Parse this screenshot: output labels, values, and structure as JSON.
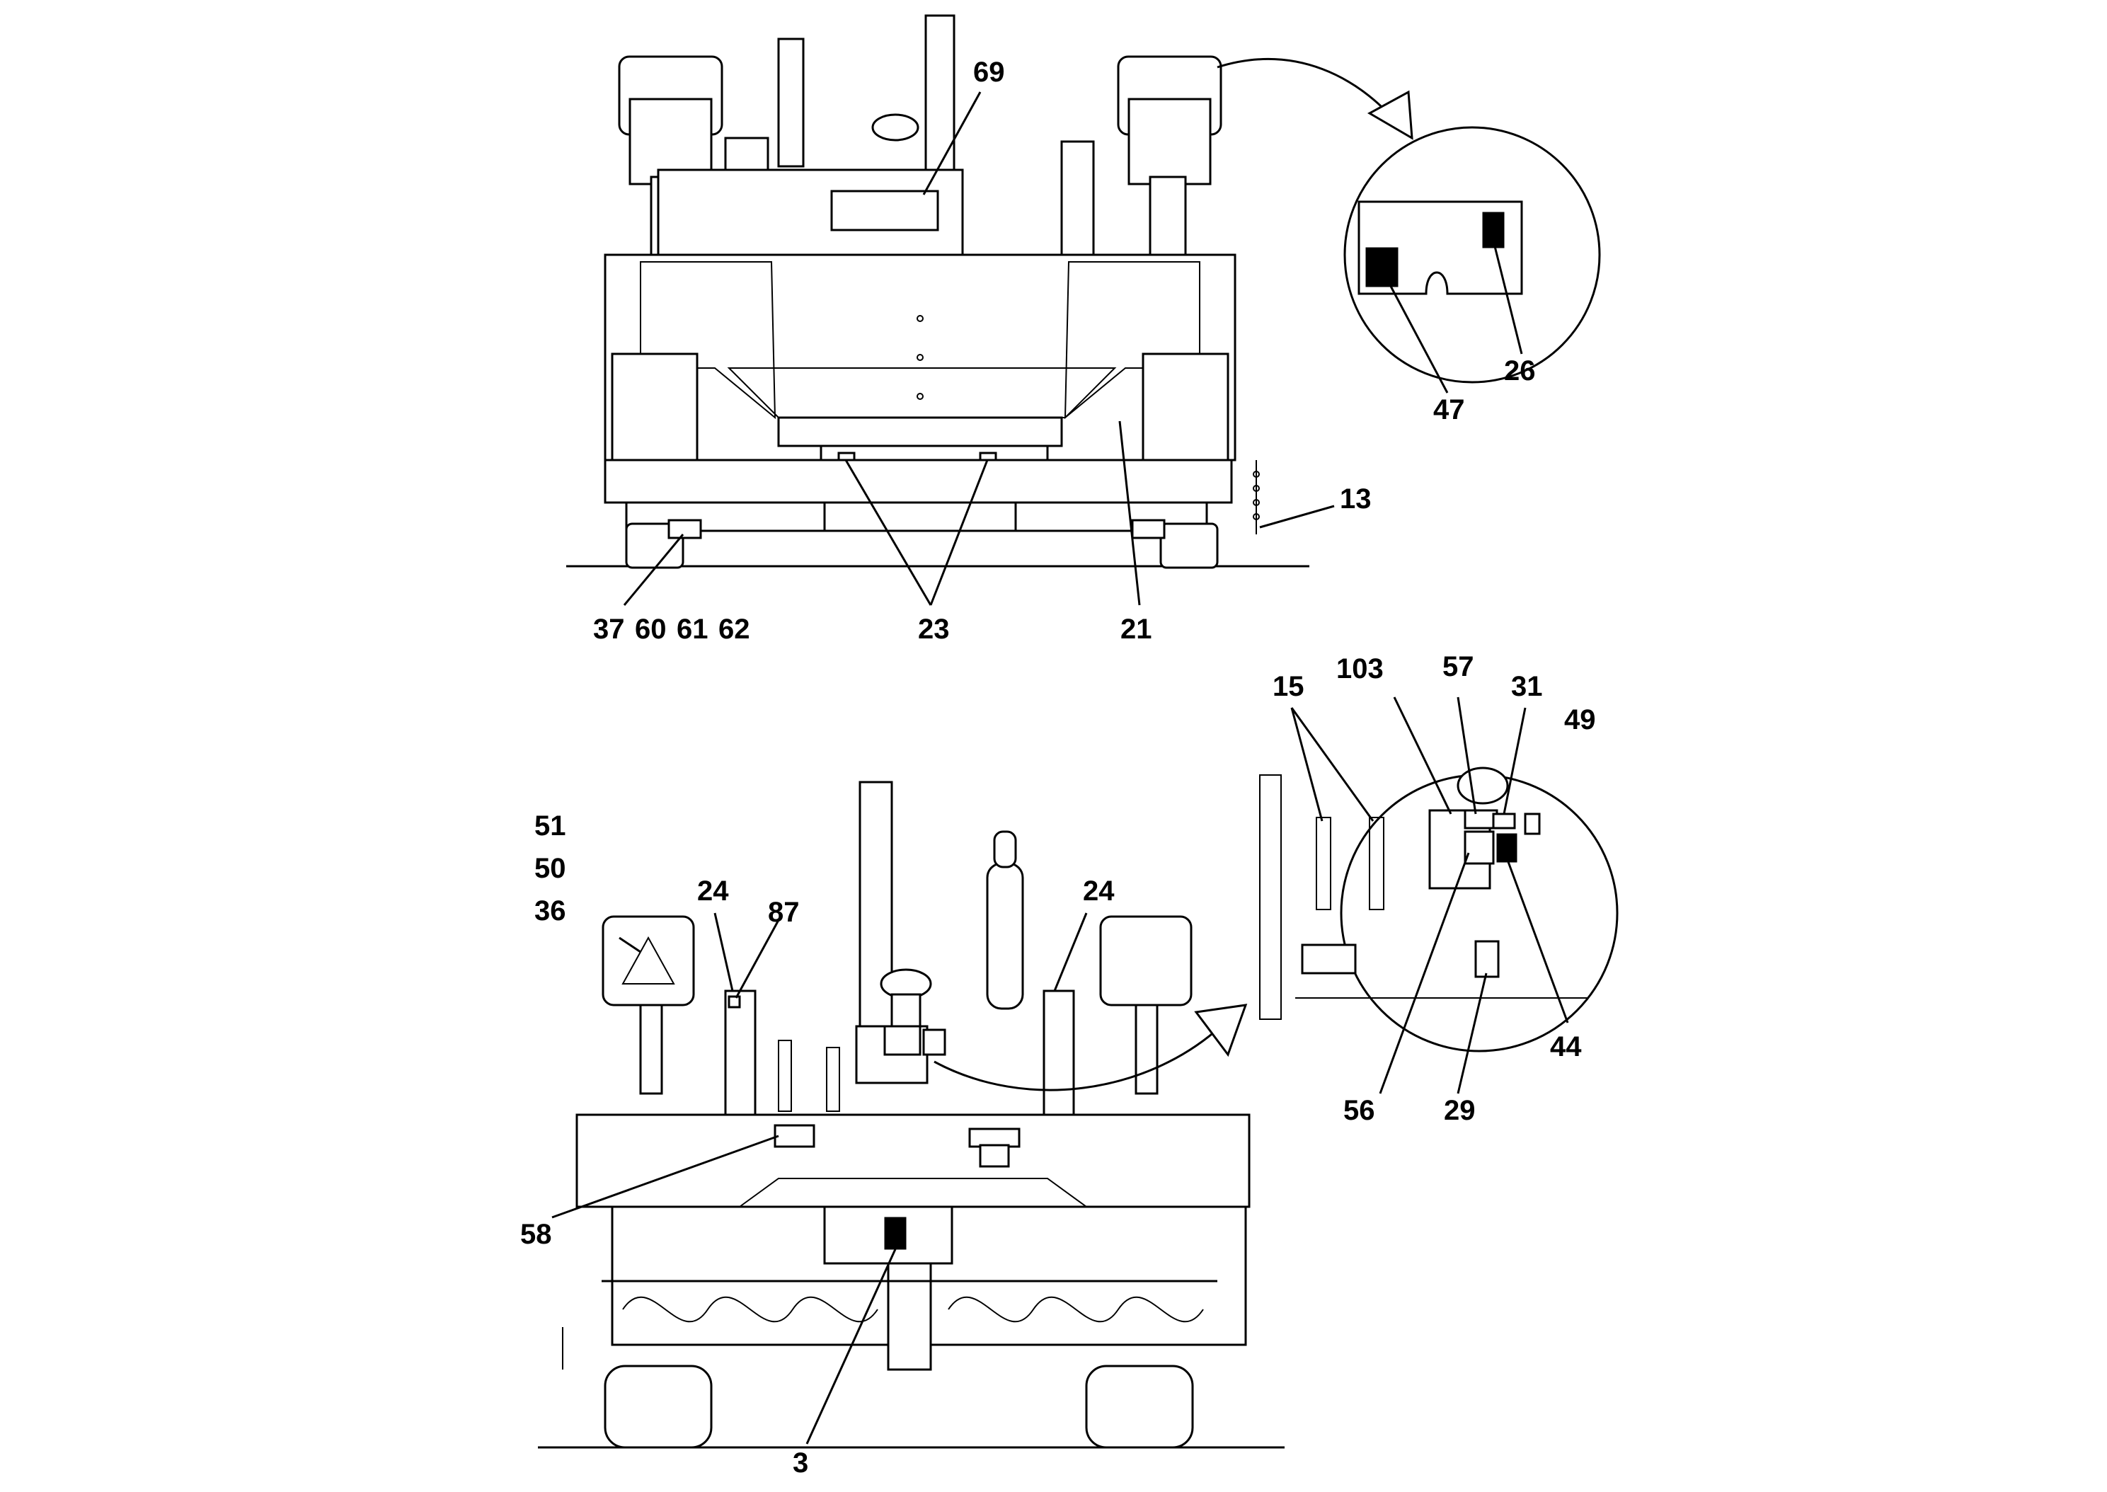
{
  "callouts": {
    "c69": "69",
    "c26": "26",
    "c47": "47",
    "c13": "13",
    "c37": "37",
    "c60": "60",
    "c61": "61",
    "c62": "62",
    "c23": "23",
    "c21": "21",
    "c15": "15",
    "c103": "103",
    "c57": "57",
    "c31": "31",
    "c49": "49",
    "c51": "51",
    "c50": "50",
    "c36": "36",
    "c24a": "24",
    "c87": "87",
    "c24b": "24",
    "c44": "44",
    "c56": "56",
    "c29": "29",
    "c58": "58",
    "c3": "3"
  },
  "colors": {
    "line": "#000000",
    "background": "#ffffff"
  }
}
